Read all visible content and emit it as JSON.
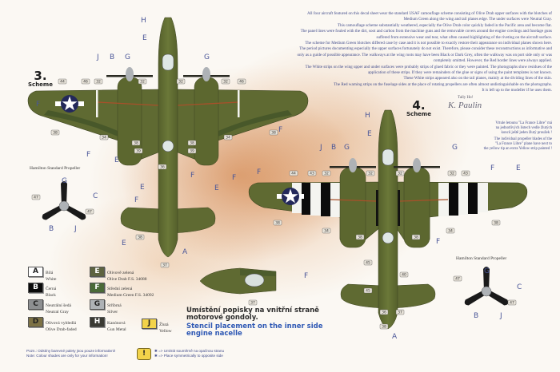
{
  "intro_text": [
    "All four aircraft featured on this decal sheet wear the standard USAF camouflage scheme consisting of Olive Drab upper surfaces with the blotches of",
    "Medium Green along the wing and tail planes edge. The under surfaces were Neutral Gray.",
    "This camouflage scheme substantially weathered, especially the Olive Drab color quickly faded in the Pacific area and become flat.",
    "The panel lines were fouled with the dirt, soot and carbon from the machine guns and the removable covers around the engine cowlings and fuselage guns",
    "suffered from extensive wear and tear, what often caused highlighting of the riveting on the aircraft surface.",
    "The scheme for Medium Green blotches differed case by case and it is not possible to exactly restore their appearance on individual planes shown here.",
    "The period pictures documenting especially the upper surfaces fortunately do not exist. Therefore, please consider these reconstructions as informative and",
    "only as a guide of possible appearance. The walkways at the wing roots may have been Black or Dark Grey, often the walkway was on port side only or was",
    "completely omitted. However, the Red border lines were always applied.",
    "The White strips on the wing upper and under surfaces were probably strips of glued fabric or they were painted. The photographs show residues of the",
    "application of these strips. If they were remainders of the glue or signs of using the paint templates is not known.",
    "These White strips appeared also on the tail planes, mainly at the dividing lines of the skin.",
    "The Red warning strips on the fuselage sides at the place of rotating propellers are often almost undistinguishable on the photographs.",
    "It is left up to the modeller if he uses them."
  ],
  "signature": {
    "label": "Tally Ho!",
    "script": "K. Paulin"
  },
  "scheme3": {
    "number": "3.",
    "label": "Scheme"
  },
  "scheme4": {
    "number": "4.",
    "label": "Scheme"
  },
  "propeller_note": {
    "cz": [
      "Vrtule letounu \"La France Libre\" má",
      "na jednotlivých listech vedle žlutých",
      "konců ještě jeden žlutý proužek !"
    ],
    "en": [
      "The individual propeller blades of the",
      "\"La France Libre\" plane have next to",
      "the yellow tip an extra Yellow strip painted !"
    ]
  },
  "propeller_title": "Hamilton Standard Propeller",
  "callouts": {
    "scheme3": [
      "H",
      "E",
      "J",
      "B",
      "G",
      "G",
      "F",
      "F",
      "F",
      "E",
      "E",
      "E",
      "F",
      "F",
      "F",
      "A",
      "E"
    ],
    "scheme4": [
      "H",
      "E",
      "J",
      "B",
      "G",
      "G",
      "F",
      "E",
      "F",
      "F",
      "F",
      "A"
    ],
    "prop_left": [
      "G",
      "C",
      "B",
      "J"
    ],
    "prop_right": [
      "G",
      "C",
      "B",
      "J"
    ]
  },
  "decal_numbers": {
    "scheme3": [
      "44",
      "46",
      "32",
      "32",
      "32",
      "32",
      "46",
      "38",
      "34",
      "38",
      "39",
      "38",
      "39",
      "34",
      "38",
      "36",
      "37",
      "38"
    ],
    "scheme4": [
      "44",
      "43",
      "32",
      "32",
      "32",
      "32",
      "43",
      "38",
      "34",
      "38",
      "38",
      "34",
      "38",
      "45",
      "40",
      "45",
      "36",
      "37",
      "38"
    ],
    "prop_left": [
      "47",
      "47"
    ],
    "prop_right": [
      "47",
      "47"
    ],
    "nacelle": [
      "37"
    ]
  },
  "legend": [
    {
      "code": "A",
      "cz": "Bílá",
      "en": "White",
      "color": "#ffffff",
      "text": "#222222"
    },
    {
      "code": "B",
      "cz": "Černá",
      "en": "Black",
      "color": "#0a0a0a",
      "text": "#ffffff"
    },
    {
      "code": "C",
      "cz": "Neutrální šedá",
      "en": "Neutral Gray",
      "color": "#8d8f91",
      "text": "#222222"
    },
    {
      "code": "D",
      "cz": "Olivová vybledlá",
      "en": "Olive Drab-faded",
      "color": "#7d7245",
      "text": "#222222"
    },
    {
      "code": "E",
      "cz": "Olivově zelená",
      "en": "Olive Drab F.S. 34088",
      "color": "#5d6340",
      "text": "#ffffff"
    },
    {
      "code": "F",
      "cz": "Střední zelená",
      "en": "Medium Green F.S. 34092",
      "color": "#4a6a38",
      "text": "#ffffff"
    },
    {
      "code": "G",
      "cz": "Stříbrná",
      "en": "Silver",
      "color": "#aeb2b6",
      "text": "#222222"
    },
    {
      "code": "H",
      "cz": "Kanónová",
      "en": "Gun Metal",
      "color": "#3a3a33",
      "text": "#ffffff"
    },
    {
      "code": "J",
      "cz": "Žlutá",
      "en": "Yellow",
      "color": "#f2d34a",
      "text": "#222222"
    }
  ],
  "stencil": {
    "cz": [
      "Umístění popisky na vnitřní straně",
      "motorové gondoly."
    ],
    "en": [
      "Stencil placement on the inner side",
      "engine nacelle"
    ]
  },
  "footer": {
    "note_cz": "Pozn.: Odstíny barevné palety jsou pouze informativní!",
    "note_en": "Note: Colour shades are only for your information!",
    "warn_symbol": "!",
    "sym_cz": "✱ => Umístit souměrně na opačnou stranu",
    "sym_en": "✱ => Place symmetrically to opposite side"
  },
  "colors": {
    "olive_drab": "#5f6a32",
    "medium_green": "#4c5c2c",
    "red_line": "#a8502a",
    "insignia_blue": "#23285a"
  }
}
